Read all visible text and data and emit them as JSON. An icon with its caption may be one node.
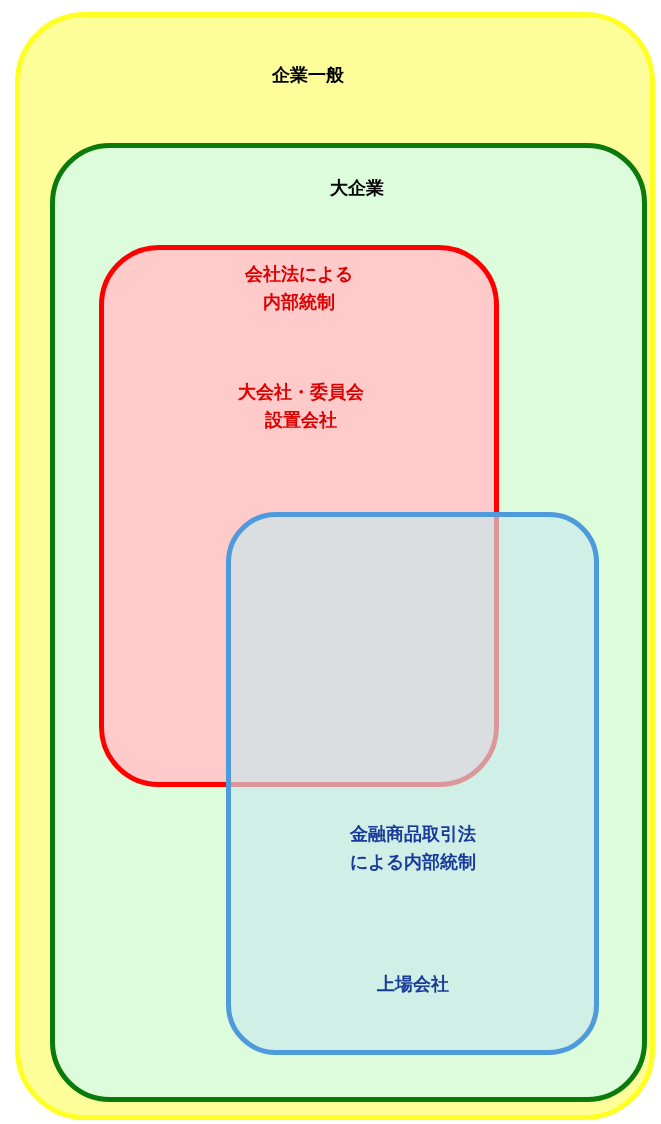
{
  "diagram": {
    "nodes": [
      {
        "text": [
          "企業一般"
        ]
      },
      {
        "text": [
          "大企業"
        ],
        "in": 0
      },
      {
        "text": [
          "会社法による内部統制",
          "大会社・委員会設置会社"
        ],
        "in": 1
      },
      {
        "text": [
          "金融商品取引法による内部統制",
          "上場会社"
        ],
        "in": 1
      }
    ]
  }
}
